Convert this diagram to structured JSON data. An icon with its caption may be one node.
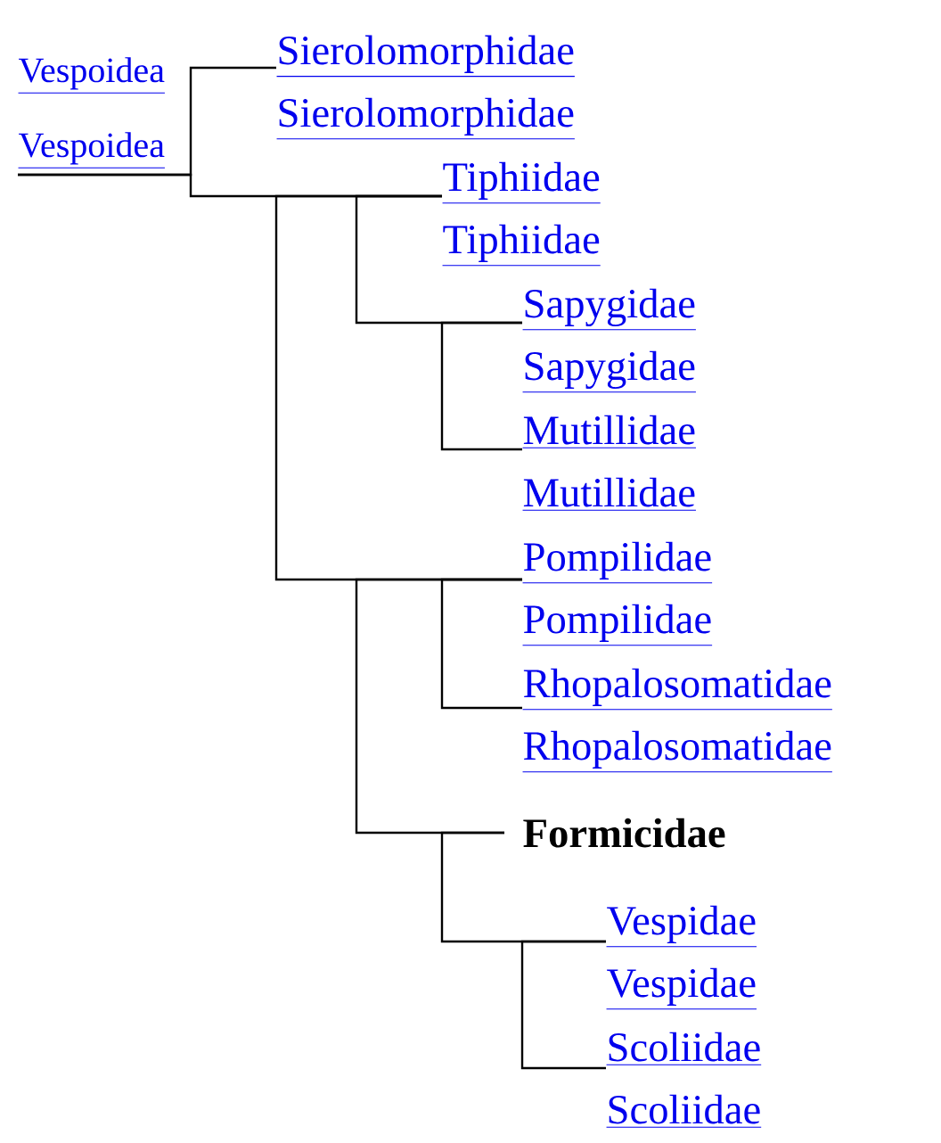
{
  "diagram": {
    "nodes": [
      {
        "text": [
          "Vespoidea"
        ]
      },
      {
        "text": [
          "Vespoidea"
        ]
      },
      {
        "text": [
          "Sierolomorphidae"
        ]
      },
      {
        "text": [
          "Sierolomorphidae"
        ]
      },
      {
        "text": [
          "Tiphiidae"
        ]
      },
      {
        "text": [
          "Tiphiidae"
        ]
      },
      {
        "text": [
          "Sapygidae"
        ]
      },
      {
        "text": [
          "Sapygidae"
        ]
      },
      {
        "text": [
          "Mutillidae"
        ]
      },
      {
        "text": [
          "Mutillidae"
        ]
      },
      {
        "text": [
          "Pompilidae"
        ]
      },
      {
        "text": [
          "Pompilidae"
        ]
      },
      {
        "text": [
          "Rhopalosomatidae"
        ]
      },
      {
        "text": [
          "Rhopalosomatidae"
        ]
      },
      {
        "text": [
          "Formicidae"
        ]
      },
      {
        "text": [
          "Vespidae"
        ]
      },
      {
        "text": [
          "Vespidae"
        ]
      },
      {
        "text": [
          "Scoliidae"
        ]
      },
      {
        "text": [
          "Scoliidae"
        ]
      }
    ],
    "edges": [
      {
        "from": 1,
        "to": 2,
        "arrow": "none"
      },
      {
        "from": 1,
        "to": 4,
        "arrow": "none"
      },
      {
        "from": 4,
        "to": 10,
        "arrow": "none"
      },
      {
        "from": 4,
        "to": 6,
        "arrow": "none"
      },
      {
        "from": 6,
        "to": 8,
        "arrow": "none"
      },
      {
        "from": 10,
        "to": 12,
        "arrow": "none"
      },
      {
        "from": 10,
        "to": 14,
        "arrow": "none"
      },
      {
        "from": 14,
        "to": 15,
        "arrow": "none"
      },
      {
        "from": 15,
        "to": 17,
        "arrow": "none"
      }
    ]
  }
}
